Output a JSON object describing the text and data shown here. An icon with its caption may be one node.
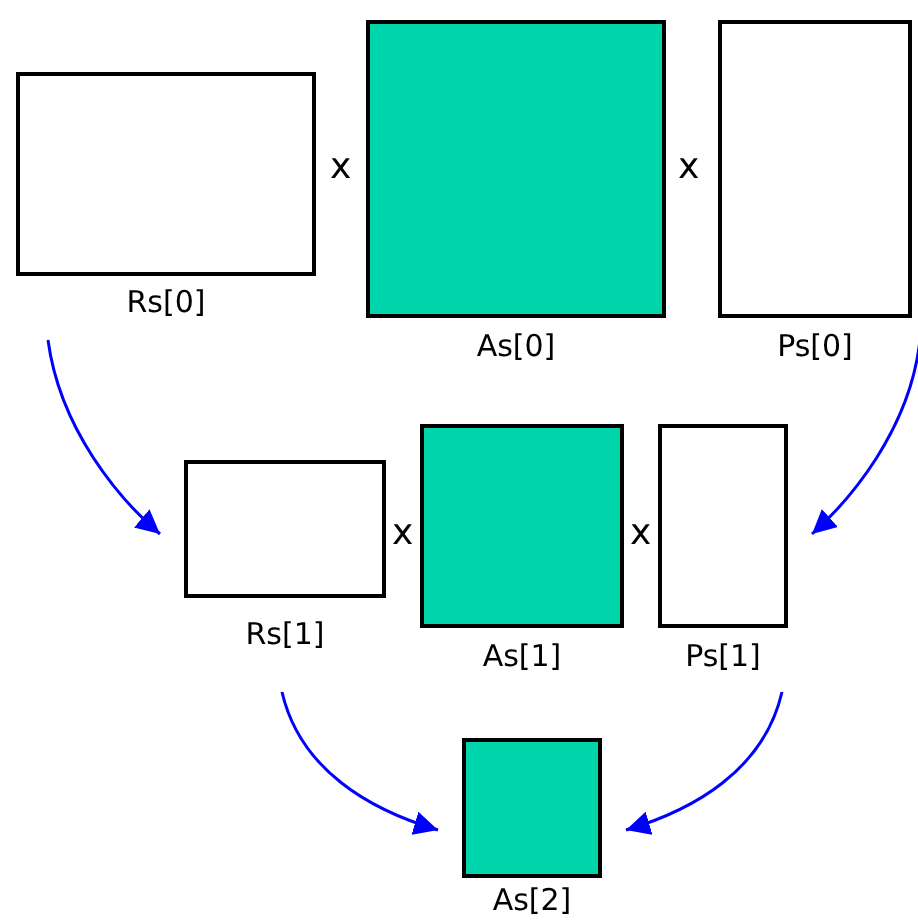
{
  "diagram": {
    "nodes": [
      {
        "text": [
          "Rs[0]"
        ]
      },
      {
        "text": [
          "As[0]"
        ]
      },
      {
        "text": [
          "Ps[0]"
        ]
      },
      {
        "text": [
          "Rs[1]"
        ]
      },
      {
        "text": [
          "As[1]"
        ]
      },
      {
        "text": [
          "Ps[1]"
        ]
      },
      {
        "text": [
          "As[2]"
        ]
      }
    ],
    "edges": [
      {
        "from": 0,
        "to": 3,
        "arrow": "to"
      },
      {
        "from": 2,
        "to": 5,
        "arrow": "to"
      },
      {
        "from": 3,
        "to": 6,
        "arrow": "to"
      },
      {
        "from": 5,
        "to": 6,
        "arrow": "to"
      }
    ],
    "labels": [
      "x",
      "x",
      "x",
      "x"
    ]
  }
}
